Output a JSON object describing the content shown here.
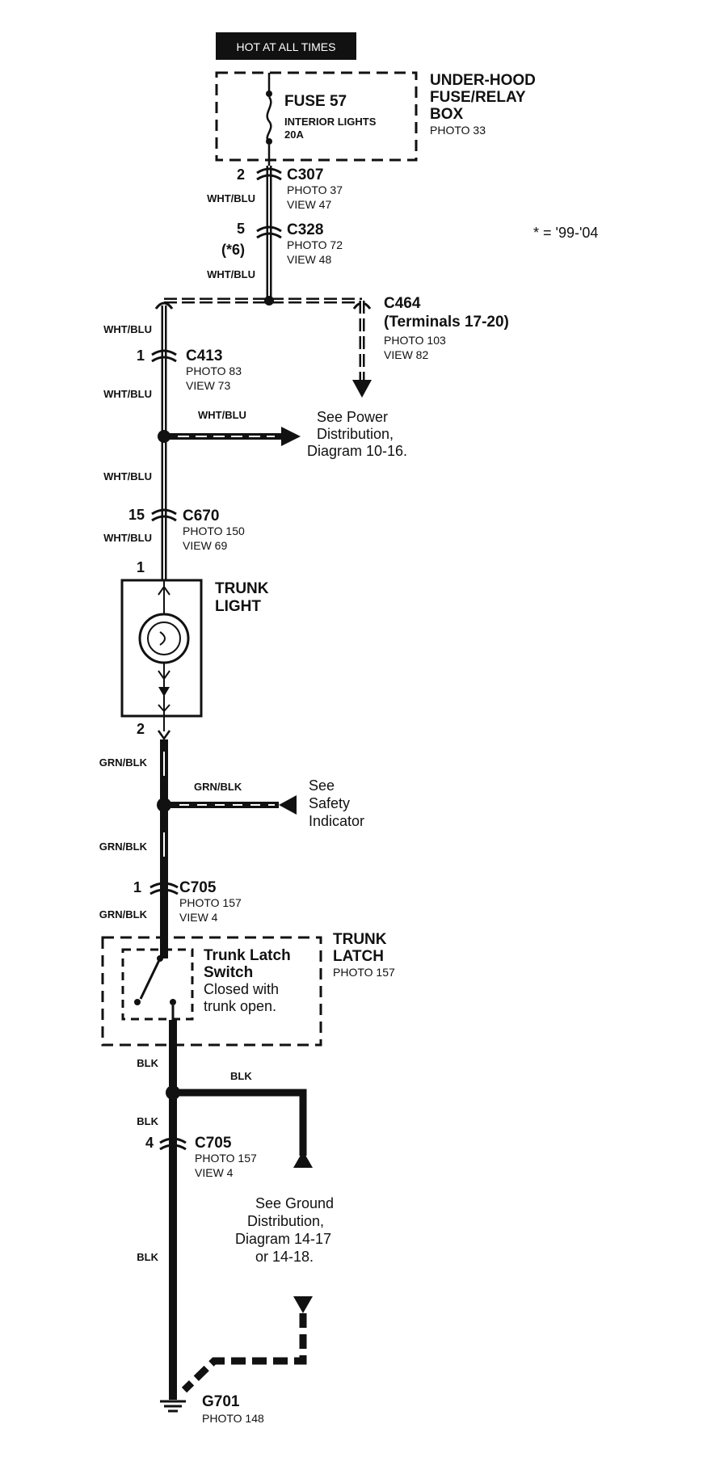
{
  "hot_label": "HOT AT ALL TIMES",
  "fuse_box": {
    "title_1": "UNDER-HOOD",
    "title_2": "FUSE/RELAY",
    "title_3": "BOX",
    "photo": "PHOTO 33"
  },
  "fuse": {
    "name": "FUSE 57",
    "desc": "INTERIOR LIGHTS",
    "rating": "20A"
  },
  "year_note": "* = '99-'04",
  "connectors": {
    "c307": {
      "pin": "2",
      "name": "C307",
      "photo": "PHOTO 37",
      "view": "VIEW 47"
    },
    "c328": {
      "pin": "5",
      "pin_alt": "(*6)",
      "name": "C328",
      "photo": "PHOTO 72",
      "view": "VIEW 48"
    },
    "c464": {
      "name": "C464",
      "terminals": "(Terminals 17-20)",
      "photo": "PHOTO 103",
      "view": "VIEW 82"
    },
    "c413": {
      "pin": "1",
      "name": "C413",
      "photo": "PHOTO 83",
      "view": "VIEW 73"
    },
    "c670": {
      "pin": "15",
      "name": "C670",
      "photo": "PHOTO 150",
      "view": "VIEW 69"
    },
    "c705a": {
      "pin": "1",
      "name": "C705",
      "photo": "PHOTO 157",
      "view": "VIEW 4"
    },
    "c705b": {
      "pin": "4",
      "name": "C705",
      "photo": "PHOTO 157",
      "view": "VIEW 4"
    }
  },
  "wires": {
    "wht_blu": "WHT/BLU",
    "grn_blk": "GRN/BLK",
    "blk": "BLK"
  },
  "power_ref": {
    "line1": "See Power",
    "line2": "Distribution,",
    "line3": "Diagram 10-16."
  },
  "trunk_light": {
    "line1": "TRUNK",
    "line2": "LIGHT",
    "pin_top": "1",
    "pin_bottom": "2"
  },
  "safety_ref": {
    "line1": "See",
    "line2": "Safety",
    "line3": "Indicator"
  },
  "trunk_latch": {
    "line1": "TRUNK",
    "line2": "LATCH",
    "photo": "PHOTO 157"
  },
  "latch_switch": {
    "line1": "Trunk Latch",
    "line2": "Switch",
    "line3": "Closed with",
    "line4": "trunk open."
  },
  "ground_ref": {
    "line1": "See Ground",
    "line2": "Distribution,",
    "line3": "Diagram 14-17",
    "line4": "or 14-18."
  },
  "ground": {
    "name": "G701",
    "photo": "PHOTO 148"
  }
}
